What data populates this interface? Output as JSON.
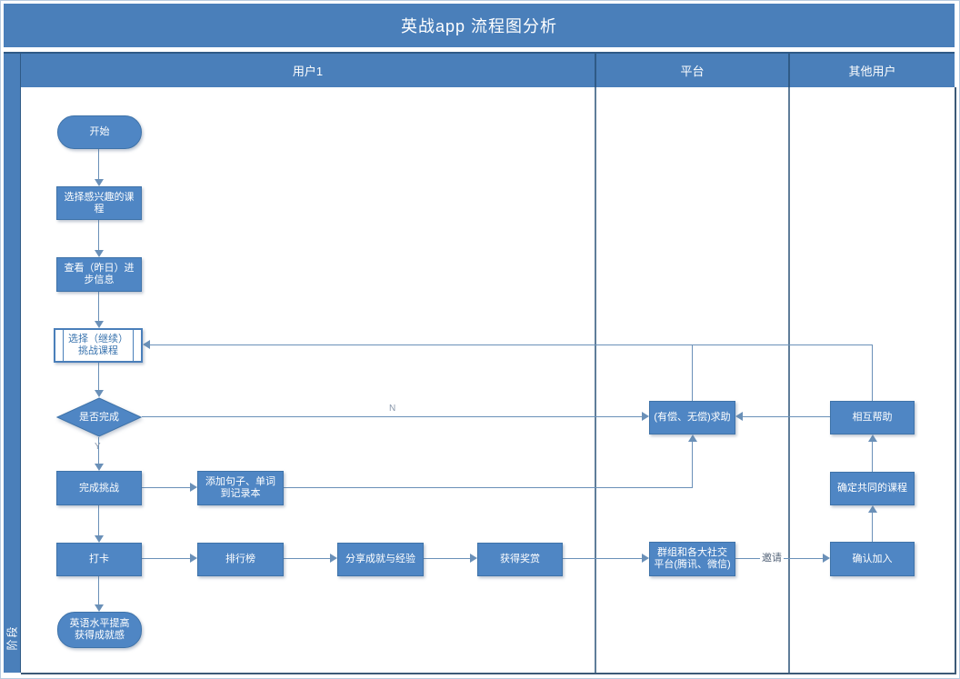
{
  "title": "英战app 流程图分析",
  "phase_band": {
    "label": "阶段"
  },
  "lanes": [
    {
      "label": "用户1"
    },
    {
      "label": "平台"
    },
    {
      "label": "其他用户"
    }
  ],
  "nodes": {
    "start": {
      "label": "开始",
      "type": "terminator"
    },
    "choose_course": {
      "label": "选择感兴趣的课程",
      "type": "process"
    },
    "view_progress": {
      "label": "查看（昨日）进步信息",
      "type": "process"
    },
    "continue_challenge": {
      "label": "选择（继续）挑战课程",
      "type": "predefined-process"
    },
    "is_complete": {
      "label": "是否完成",
      "type": "decision"
    },
    "complete_challenge": {
      "label": "完成挑战",
      "type": "process"
    },
    "add_notes": {
      "label": "添加句子、单词到记录本",
      "type": "process"
    },
    "checkin": {
      "label": "打卡",
      "type": "process"
    },
    "leaderboard": {
      "label": "排行榜",
      "type": "process"
    },
    "share": {
      "label": "分享成就与经验",
      "type": "process"
    },
    "reward": {
      "label": "获得奖赏",
      "type": "process"
    },
    "achievement": {
      "label": "英语水平提高获得成就感",
      "type": "terminator"
    },
    "help_request": {
      "label": "(有偿、无偿)求助",
      "type": "process"
    },
    "groups": {
      "label": "群组和各大社交平台(腾讯、微信)",
      "type": "process"
    },
    "mutual_help": {
      "label": "相互帮助",
      "type": "process"
    },
    "common_course": {
      "label": "确定共同的课程",
      "type": "process"
    },
    "confirm_join": {
      "label": "确认加入",
      "type": "process"
    }
  },
  "edge_labels": {
    "no": "N",
    "yes": "Y",
    "invite": "邀请"
  },
  "colors": {
    "bar_blue": "#4a7fba",
    "box_fill": "#4f86c4",
    "box_border": "#3f73a9",
    "connector": "#6a90b8",
    "lane_divider": "#5f7d99",
    "header_separator": "#2f5a86",
    "outer_border": "#3c5a77",
    "predefined_text": "#3a74ae",
    "edge_label": "#8a98ab"
  }
}
